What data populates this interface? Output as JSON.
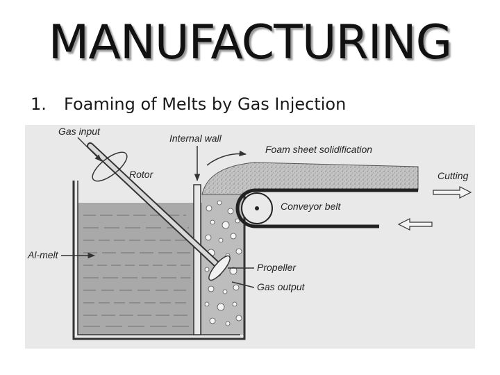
{
  "slide": {
    "title": "MANUFACTURING",
    "item_number": "1.",
    "item_text": "Foaming of Melts by Gas Injection"
  },
  "figure": {
    "labels": {
      "gas_input": "Gas input",
      "internal_wall": "Internal wall",
      "foam_sheet": "Foam sheet solidification",
      "rotor": "Rotor",
      "cutting": "Cutting",
      "conveyor_belt": "Conveyor belt",
      "al_melt": "Al-melt",
      "propeller": "Propeller",
      "gas_output": "Gas output"
    },
    "colors": {
      "background": "#e9e9e9",
      "melt": "#a9a9a9",
      "foam": "#bdbdbd",
      "line": "#333333"
    }
  }
}
